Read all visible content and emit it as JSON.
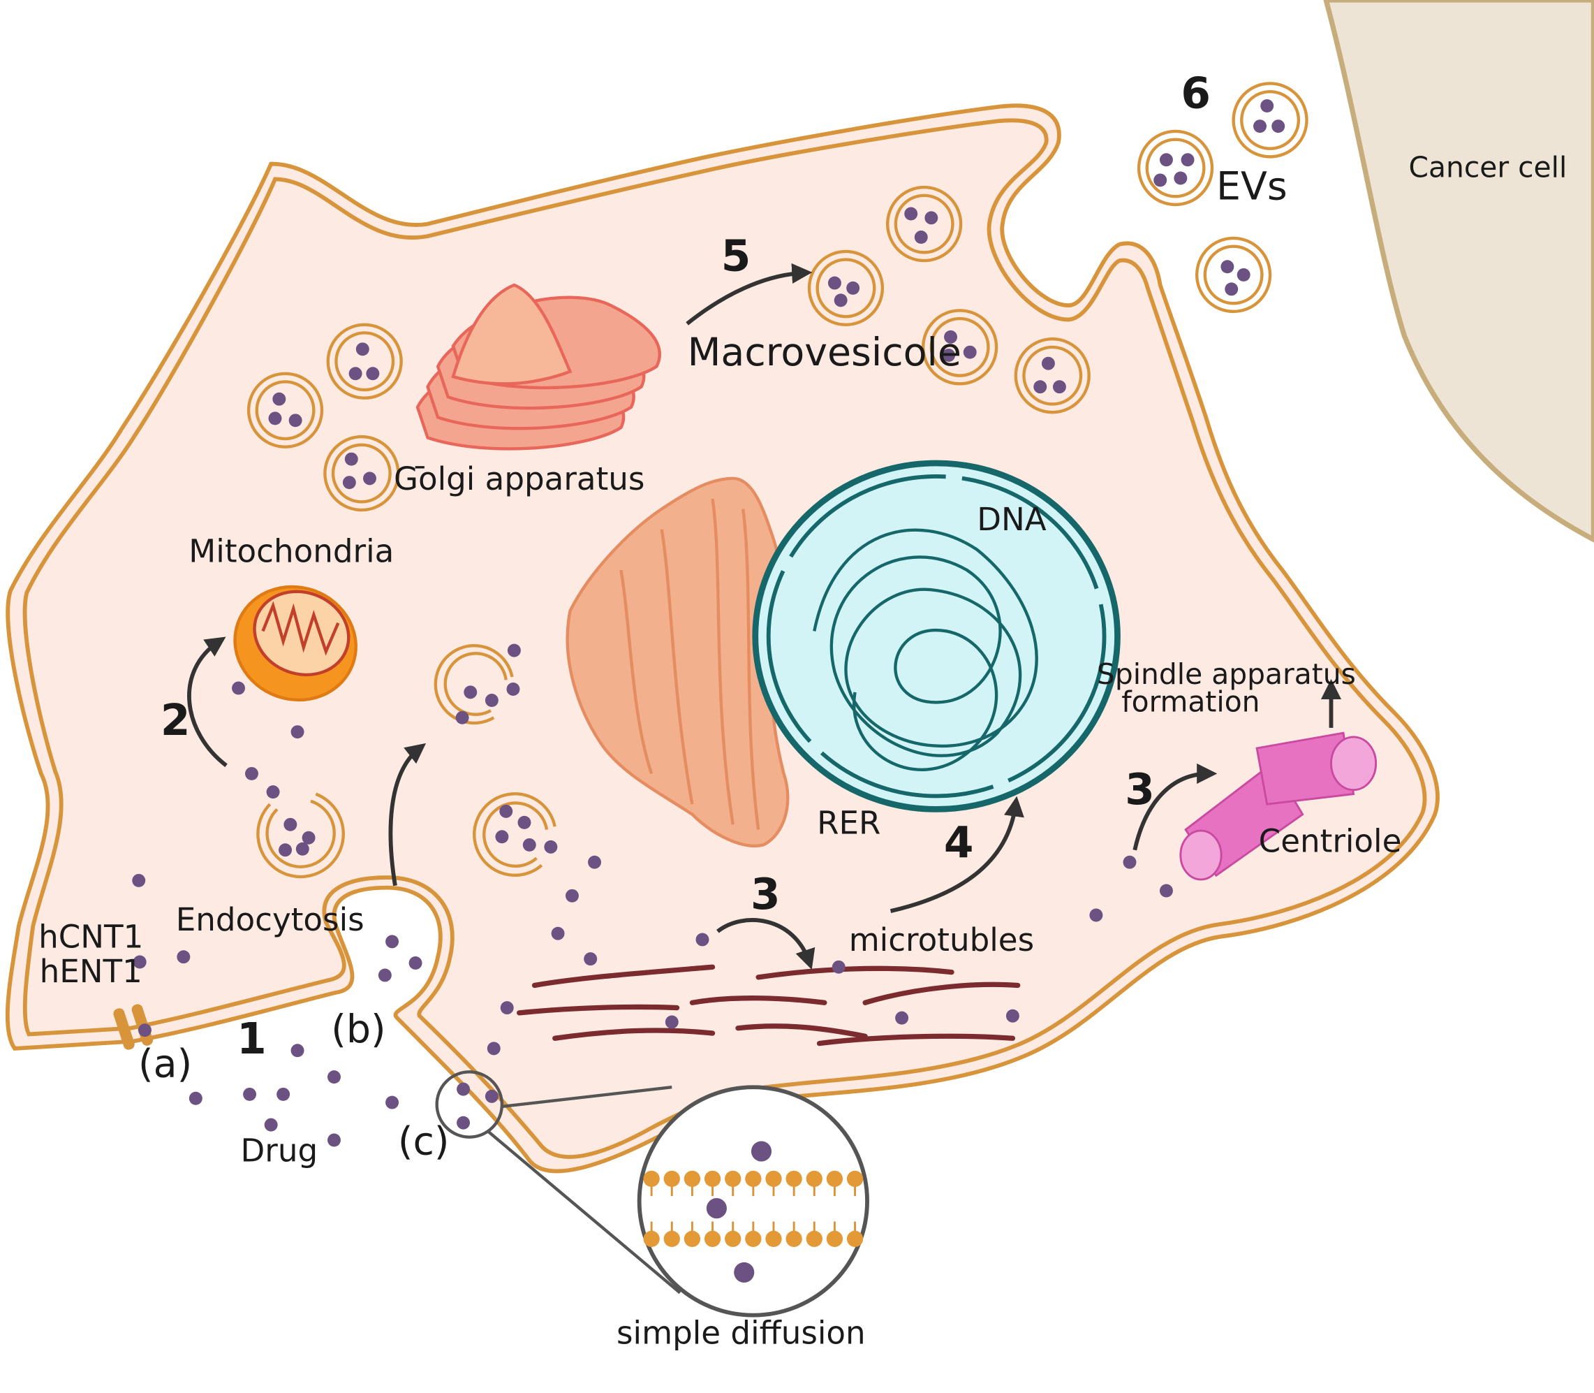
{
  "labels": {
    "cancer_cell": "Cancer cell",
    "evs": "EVs",
    "macrovesicole": "Macrovesicole",
    "golgi": "Golgi apparatus",
    "golgi_mark": "¯",
    "mitochondria": "Mitochondria",
    "dna": "DNA",
    "rer": "RER",
    "spindle_line1": "Spindle apparatus",
    "spindle_line2": "formation",
    "centriole": "Centriole",
    "endocytosis": "Endocytosis",
    "microtubles": "microtubles",
    "transporter1": "hCNT1",
    "transporter2": "hENT1",
    "drug": "Drug",
    "simple_diffusion": "simple diffusion"
  },
  "steps": {
    "s1": "1",
    "s2": "2",
    "s3_centriole": "3",
    "s3_microtubules": "3",
    "s4": "4",
    "s5": "5",
    "s6": "6"
  },
  "routes": {
    "a": "(a)",
    "b": "(b)",
    "c": "(c)"
  },
  "colors": {
    "membrane": "#d8943a",
    "cytoplasm": "#fdebe3",
    "drug_particle": "#6b5282",
    "nucleus_fill": "#d2f4f7",
    "nucleus_envelope": "#16676a",
    "golgi": "#f4a58f",
    "rer": "#f2b08c",
    "mitochondria": "#f5941f",
    "centriole": "#e872c2",
    "microtubule": "#7b2a2e",
    "cancer_cell": "#ede4d6",
    "arrow": "#333333"
  }
}
